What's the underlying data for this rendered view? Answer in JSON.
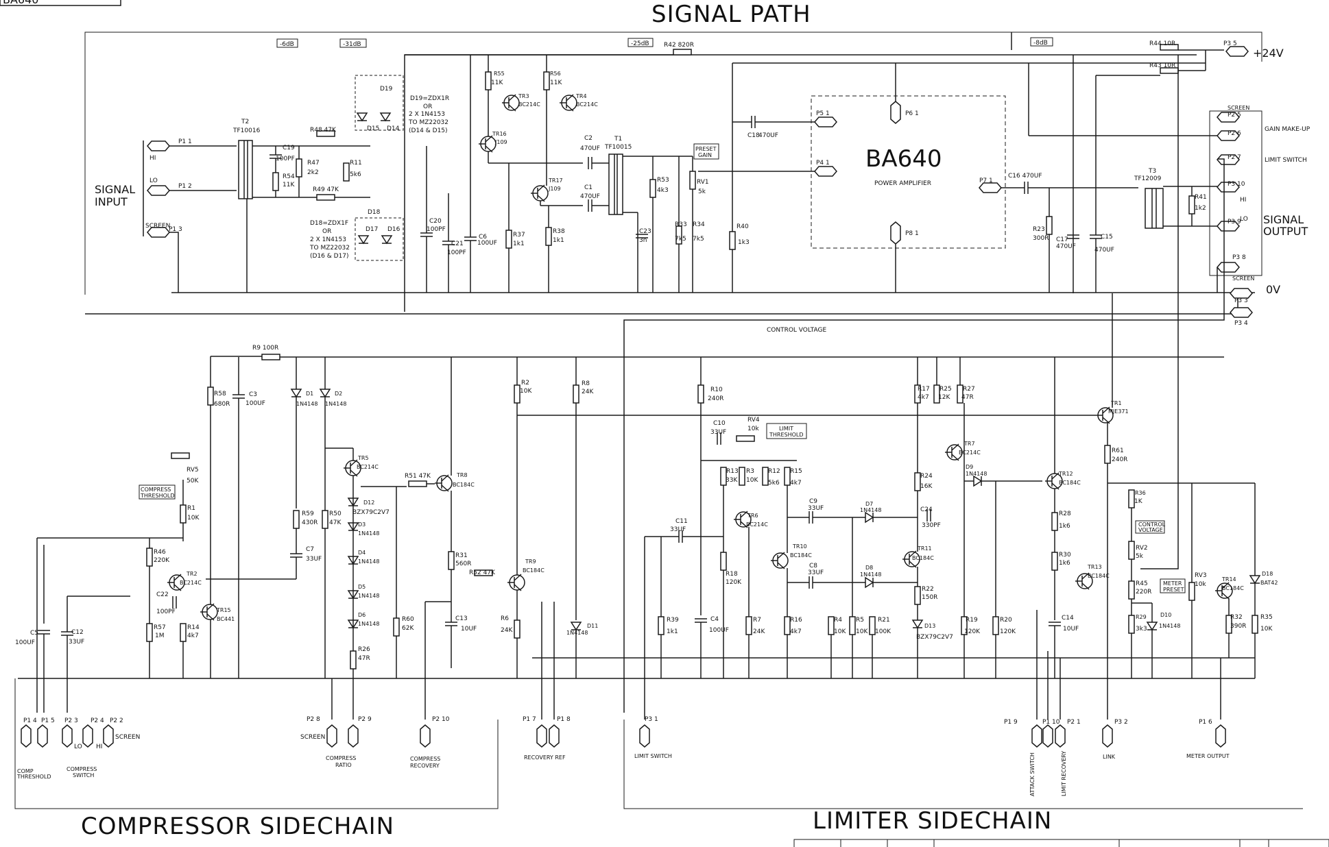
{
  "header_tag": "BA640",
  "titles": {
    "signal_path": "SIGNAL PATH",
    "compressor_sidechain": "COMPRESSOR SIDECHAIN",
    "limiter_sidechain": "LIMITER SIDECHAIN"
  },
  "power": {
    "plus24": "+24V",
    "zero_v": "0V"
  },
  "amp": {
    "name": "BA640",
    "desc": "POWER AMPLIFIER"
  },
  "level_marks": [
    "-6dB",
    "-31dB",
    "-25dB",
    "-8dB"
  ],
  "connectors": {
    "p1_1": "P1 1",
    "p1_2": "P1 2",
    "p1_3": "P1 3",
    "p5_1": "P5 1",
    "p4_1": "P4 1",
    "p6_1": "P6 1",
    "p8_1": "P8 1",
    "p7_1": "P7 1",
    "p3_5": "P3 5",
    "p2_5": "P2 5",
    "p2_6": "P2 6",
    "p2_7": "P2 7",
    "p3_10": "P3 10",
    "p3_9": "P3 9",
    "p3_8": "P3 8",
    "p3_3": "P3 3",
    "p3_4": "P3 4",
    "p1_4b": "P1 4",
    "p1_5b": "P1 5",
    "p2_3b": "P2 3",
    "p2_4b": "P2 4",
    "p2_2b": "P2 2",
    "p2_8b": "P2 8",
    "p2_9b": "P2 9",
    "p2_10b": "P2 10",
    "p1_7b": "P1 7",
    "p1_8b": "P1 8",
    "p3_1b": "P3 1",
    "p1_9b": "P1 9",
    "p1_10b": "P1 10",
    "p2_1b": "P2 1",
    "p3_2b": "P3 2",
    "p1_6b": "P1 6"
  },
  "io_labels": {
    "signal_input": [
      "SIGNAL",
      "INPUT"
    ],
    "signal_output": [
      "SIGNAL",
      "OUTPUT"
    ],
    "hi": "HI",
    "lo": "LO",
    "screen": "SCREEN",
    "gain_make_up": "GAIN MAKE-UP",
    "limit_switch_top": "LIMIT SWITCH"
  },
  "bottom_labels": {
    "comp_threshold": [
      "COMP",
      "THRESHOLD"
    ],
    "compress_switch": [
      "COMPRESS",
      "SWITCH"
    ],
    "compress_ratio": [
      "COMPRESS",
      "RATIO"
    ],
    "compress_recovery": [
      "COMPRESS",
      "RECOVERY"
    ],
    "recovery_ref": "RECOVERY REF",
    "limit_switch": "LIMIT SWITCH",
    "attack_switch": "ATTACK SWITCH",
    "limit_recovery": "LIMIT RECOVERY",
    "link": "LINK",
    "meter_output": "METER OUTPUT",
    "screen": "SCREEN",
    "lo": "LO",
    "hi": "HI"
  },
  "boxed_labels": {
    "preset_gain": [
      "PRESET",
      "GAIN"
    ],
    "limit_threshold": [
      "LIMIT",
      "THRESHOLD"
    ],
    "compress_threshold": [
      "COMPRESS",
      "THRESHOLD"
    ],
    "control_voltage_box": [
      "CONTROL",
      "VOLTAGE"
    ],
    "meter_preset": [
      "METER",
      "PRESET"
    ]
  },
  "notes": {
    "control_voltage": "CONTROL VOLTAGE",
    "d19_note": [
      "D19=ZDX1R",
      "OR",
      "2 X 1N4153",
      "TO MZ22032",
      "(D14 & D15)"
    ],
    "d18_note": [
      "D18=ZDX1F",
      "OR",
      "2 X 1N4153",
      "TO MZ22032",
      "(D16 & D17)"
    ]
  },
  "components": {
    "T2": [
      "T2",
      "TF10016"
    ],
    "T1": [
      "T1",
      "TF10015"
    ],
    "T3": [
      "T3",
      "TF12009"
    ],
    "R48": "R48 47K",
    "R49": "R49 47K",
    "R47": [
      "R47",
      "2k2"
    ],
    "R54": [
      "R54",
      "11K"
    ],
    "C19": [
      "C19",
      "100PF"
    ],
    "R11": [
      "R11",
      "5k6"
    ],
    "D19": "D19",
    "D18": "D18",
    "D14": "D14",
    "D15": "D15",
    "D16": "D16",
    "D17": "D17",
    "C20": [
      "C20",
      "100PF"
    ],
    "C21": [
      "C21",
      "100PF"
    ],
    "C6": [
      "C6",
      "100UF"
    ],
    "R55": [
      "R55",
      "11K"
    ],
    "R56": [
      "R56",
      "11K"
    ],
    "TR3": [
      "TR3",
      "BC214C"
    ],
    "TR4": [
      "TR4",
      "BC214C"
    ],
    "TR16": [
      "TR16",
      "J109"
    ],
    "TR17": [
      "TR17",
      "J109"
    ],
    "R37": [
      "R37",
      "1k1"
    ],
    "R38": [
      "R38",
      "1k1"
    ],
    "C2": [
      "C2",
      "470UF"
    ],
    "C1": [
      "C1",
      "470UF"
    ],
    "R53": [
      "R53",
      "4k3"
    ],
    "C23": [
      "C23",
      "3n"
    ],
    "R33": [
      "R33",
      "7k5"
    ],
    "R34": [
      "R34",
      "7k5"
    ],
    "RV1": [
      "RV1",
      "5k"
    ],
    "R42": "R42 820R",
    "C18": [
      "C18",
      "470UF"
    ],
    "R40": [
      "R40",
      "1k3"
    ],
    "C16": "C16 470UF",
    "R23": [
      "R23",
      "300R"
    ],
    "C17": [
      "C17",
      "470UF"
    ],
    "C15": [
      "C15",
      "470UF"
    ],
    "R44": "R44 10R",
    "R43": "R43 10R",
    "R41": [
      "R41",
      "1k2"
    ],
    "R9": "R9 100R",
    "R58": [
      "R58",
      "680R"
    ],
    "C3": [
      "C3",
      "100UF"
    ],
    "D1": [
      "D1",
      "1N4148"
    ],
    "D2": [
      "D2",
      "1N4148"
    ],
    "RV5": [
      "RV5",
      "50K"
    ],
    "R1": [
      "R1",
      "10K"
    ],
    "R46": [
      "R46",
      "220K"
    ],
    "TR2": [
      "TR2",
      "BC214C"
    ],
    "C22": [
      "C22",
      "100PF"
    ],
    "R57": [
      "R57",
      "1M"
    ],
    "R14": [
      "R14",
      "4k7"
    ],
    "TR15": [
      "TR15",
      "BC441"
    ],
    "C5": [
      "C5",
      "100UF"
    ],
    "C12": [
      "C12",
      "33UF"
    ],
    "R59": [
      "R59",
      "430R"
    ],
    "R50": [
      "R50",
      "47K"
    ],
    "C7": [
      "C7",
      "33UF"
    ],
    "TR5": [
      "TR5",
      "BC214C"
    ],
    "D12": [
      "D12",
      "BZX79C2V7"
    ],
    "D3": [
      "D3",
      "1N4148"
    ],
    "D4": [
      "D4",
      "1N4148"
    ],
    "D5": [
      "D5",
      "1N4148"
    ],
    "D6": [
      "D6",
      "1N4148"
    ],
    "R26": [
      "R26",
      "47R"
    ],
    "R60": [
      "R60",
      "62K"
    ],
    "R51": "R51 47K",
    "TR8": [
      "TR8",
      "BC184C"
    ],
    "R31": [
      "R31",
      "560R"
    ],
    "C13": [
      "C13",
      "10UF"
    ],
    "R52": "R52 47K",
    "TR9": [
      "TR9",
      "BC184C"
    ],
    "R2": [
      "R2",
      "10K"
    ],
    "R8": [
      "R8",
      "24K"
    ],
    "R6": [
      "R6",
      "24K"
    ],
    "D11": [
      "D11",
      "1N4148"
    ],
    "R10": [
      "R10",
      "240R"
    ],
    "C10": [
      "C10",
      "33UF"
    ],
    "RV4": [
      "RV4",
      "10k"
    ],
    "R13": [
      "R13",
      "33K"
    ],
    "R3": [
      "R3",
      "10K"
    ],
    "R12": [
      "R12",
      "5k6"
    ],
    "R15": [
      "R15",
      "4k7"
    ],
    "TR6": [
      "TR6",
      "BC214C"
    ],
    "C11": [
      "C11",
      "33UF"
    ],
    "R18": [
      "R18",
      "120K"
    ],
    "TR10": [
      "TR10",
      "BC184C"
    ],
    "C9": [
      "C9",
      "33UF"
    ],
    "C8": [
      "C8",
      "33UF"
    ],
    "D7": [
      "D7",
      "1N4148"
    ],
    "D8": [
      "D8",
      "1N4148"
    ],
    "R39": [
      "R39",
      "1k1"
    ],
    "C4": [
      "C4",
      "100UF"
    ],
    "R7": [
      "R7",
      "24K"
    ],
    "R16": [
      "R16",
      "4k7"
    ],
    "R4": [
      "R4",
      "10K"
    ],
    "R5": [
      "R5",
      "10K"
    ],
    "R21": [
      "R21",
      "100K"
    ],
    "R17": [
      "R17",
      "4k7"
    ],
    "R25": [
      "R25",
      "12K"
    ],
    "R27": [
      "R27",
      "47R"
    ],
    "R24": [
      "R24",
      "16K"
    ],
    "TR7": [
      "TR7",
      "BC214C"
    ],
    "C24": [
      "C24",
      "330PF"
    ],
    "TR11": [
      "TR11",
      "BC184C"
    ],
    "R22": [
      "R22",
      "150R"
    ],
    "D13": [
      "D13",
      "BZX79C2V7"
    ],
    "R19": [
      "R19",
      "120K"
    ],
    "D9": [
      "D9",
      "1N4148"
    ],
    "R20": [
      "R20",
      "120K"
    ],
    "TR12": [
      "TR12",
      "BC184C"
    ],
    "R28": [
      "R28",
      "1k6"
    ],
    "R30": [
      "R30",
      "1k6"
    ],
    "C14": [
      "C14",
      "10UF"
    ],
    "TR13": [
      "TR13",
      "BC184C"
    ],
    "TR1": [
      "TR1",
      "MJE371"
    ],
    "R61": [
      "R61",
      "240R"
    ],
    "R36": [
      "R36",
      "1K"
    ],
    "RV2": [
      "RV2",
      "5k"
    ],
    "R45": [
      "R45",
      "220R"
    ],
    "R29": [
      "R29",
      "3k3"
    ],
    "D10": [
      "D10",
      "1N4148"
    ],
    "RV3": [
      "RV3",
      "10k"
    ],
    "TR14": [
      "TR14",
      "BC184C"
    ],
    "R32": [
      "R32",
      "390R"
    ],
    "D18b": [
      "D18",
      "BAT42"
    ],
    "R35": [
      "R35",
      "10K"
    ]
  },
  "corner_frag": "BA640"
}
